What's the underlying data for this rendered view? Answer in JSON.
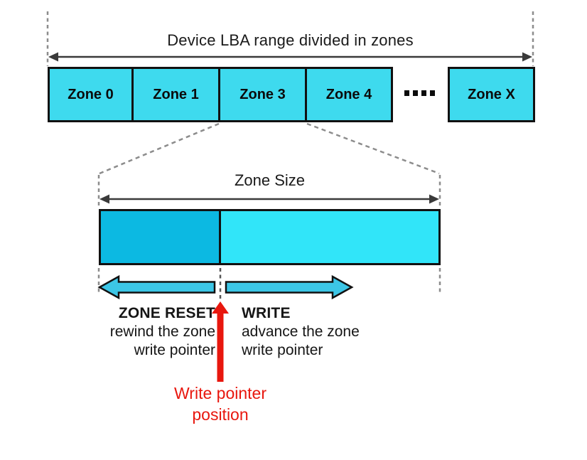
{
  "diagram": {
    "title": "Device LBA range divided in zones",
    "zone_row": {
      "zones": [
        {
          "label": "Zone 0"
        },
        {
          "label": "Zone 1"
        },
        {
          "label": "Zone 3"
        },
        {
          "label": "Zone 4"
        }
      ],
      "last_zone": {
        "label": "Zone X"
      },
      "icons": {
        "zone_ellipsis": "four-square-dots"
      }
    },
    "zone_detail": {
      "size_label": "Zone Size"
    },
    "operations": {
      "reset": {
        "name": "ZONE RESET",
        "desc_line1": "rewind the zone",
        "desc_line2": "write pointer"
      },
      "write": {
        "name": "WRITE",
        "desc_line1": "advance the zone",
        "desc_line2": "write pointer"
      }
    },
    "write_pointer": {
      "label_line1": "Write pointer",
      "label_line2": "position"
    },
    "colors": {
      "zone-fill": "#3EDAEE",
      "bar-written": "#0CB9E2",
      "bar-empty": "#31E5F9",
      "op-arrow": "#3CC6E6",
      "pointer-red": "#E8170E",
      "dash-gray": "#8C8C8C",
      "dash-dark": "#555555",
      "line-dark": "#3A3A3A",
      "border-black": "#111111"
    }
  }
}
